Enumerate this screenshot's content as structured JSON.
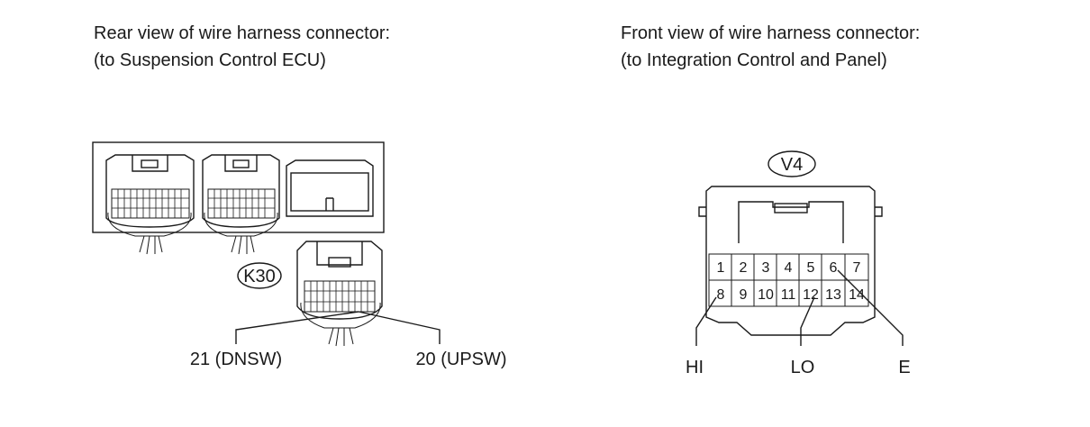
{
  "left": {
    "caption_line1": "Rear view of wire harness connector:",
    "caption_line2": "(to Suspension Control ECU)",
    "connector_code": "K30",
    "label_dnsw": "21 (DNSW)",
    "label_upsw": "20 (UPSW)"
  },
  "right": {
    "caption_line1": "Front view of wire harness connector:",
    "caption_line2": "(to Integration Control and Panel)",
    "connector_code": "V4",
    "pins_row1": [
      "1",
      "2",
      "3",
      "4",
      "5",
      "6",
      "7"
    ],
    "pins_row2": [
      "8",
      "9",
      "10",
      "11",
      "12",
      "13",
      "14"
    ],
    "label_hi": "HI",
    "label_lo": "LO",
    "label_e": "E"
  }
}
